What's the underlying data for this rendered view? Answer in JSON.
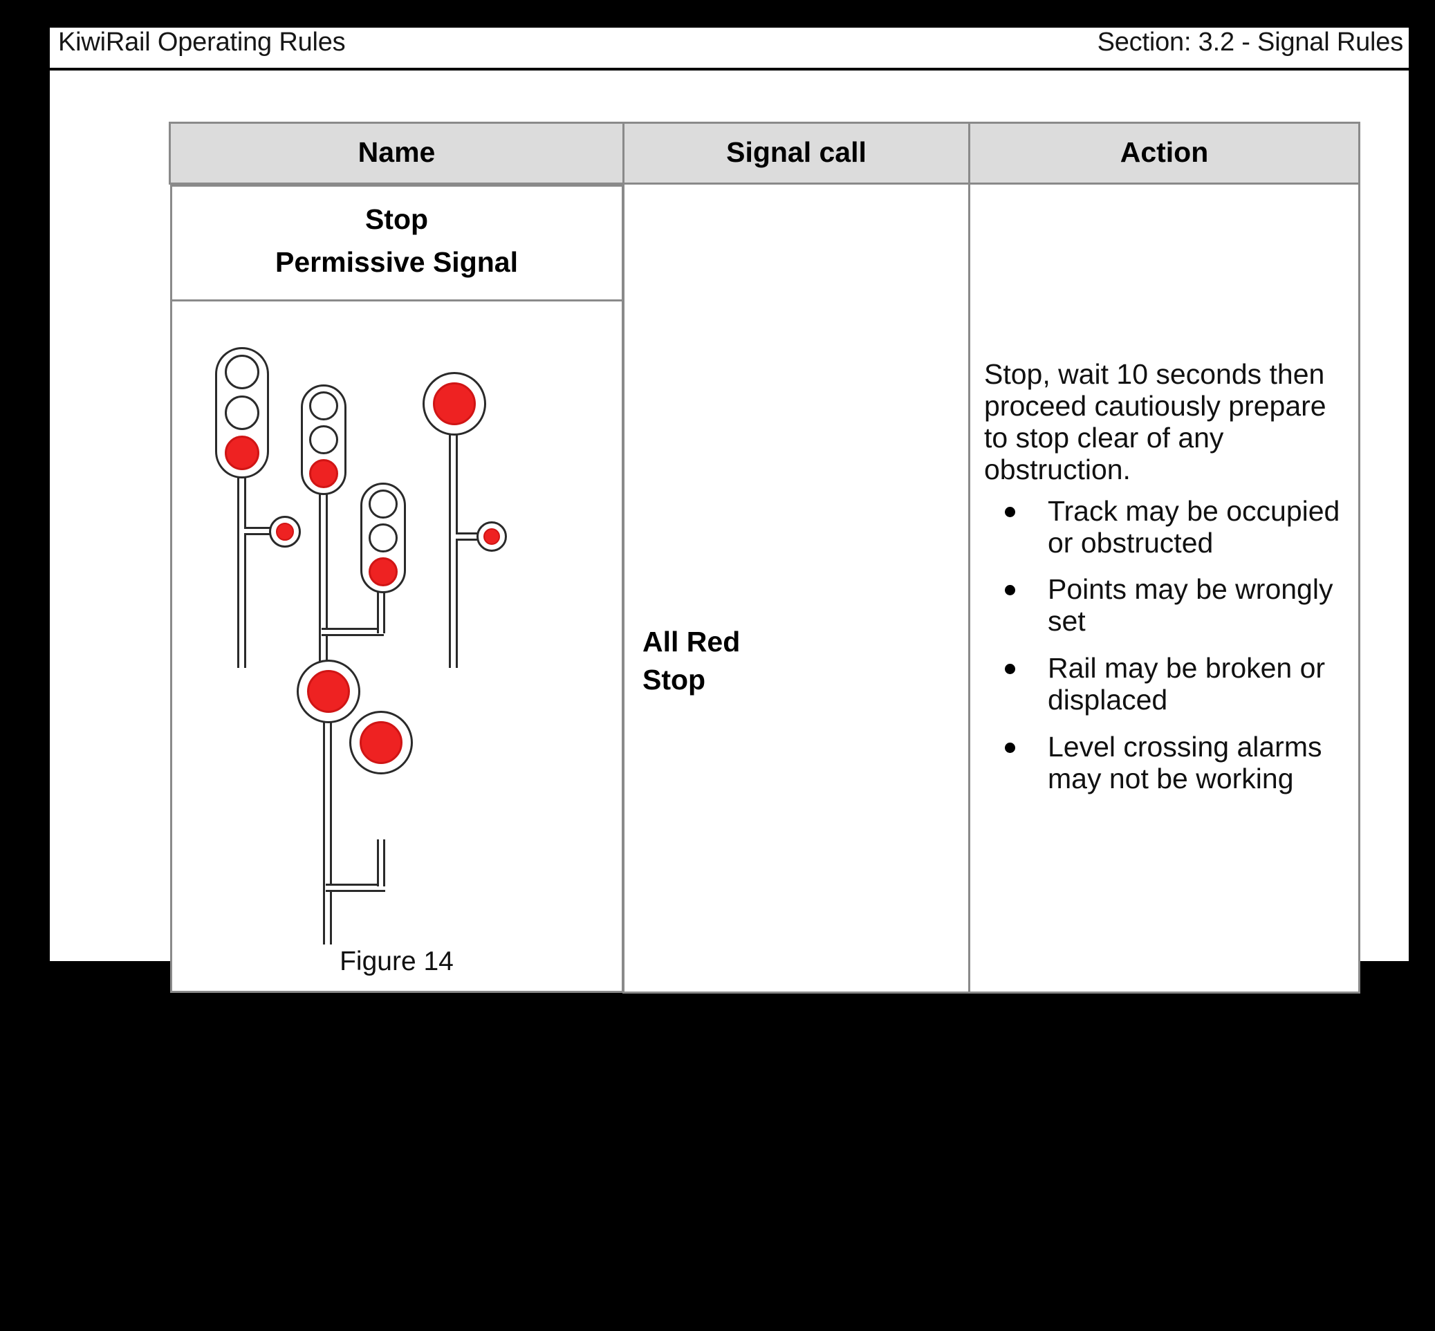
{
  "header": {
    "left": "KiwiRail Operating Rules",
    "right": "Section: 3.2 - Signal Rules"
  },
  "table": {
    "columns": [
      "Name",
      "Signal call",
      "Action"
    ],
    "row": {
      "name_lines": [
        "Stop",
        "Permissive Signal"
      ],
      "figure_caption": "Figure 14",
      "signal_call": [
        "All Red",
        "Stop"
      ],
      "action_intro": "Stop, wait 10 seconds then proceed cautiously prepare to stop clear of any obstruction.",
      "action_bullets": [
        "Track may be occupied or obstructed",
        "Points may be wrongly set",
        "Rail may be broken or displaced",
        "Level crossing alarms may not be working"
      ]
    }
  },
  "figure": {
    "name": "permissive-stop-signal-aspects",
    "colors": {
      "lamp_red": "#ee2222",
      "outline": "#2a2a2a",
      "background": "#ffffff"
    },
    "signals": [
      {
        "id": "signal-three-aspect-tall-with-shunt",
        "type": "three-aspect",
        "aspects": [
          "off",
          "off",
          "red"
        ],
        "has_shunt_light": true,
        "shunt_lit": "red"
      },
      {
        "id": "signal-three-aspect-bracket-main",
        "type": "three-aspect",
        "aspects": [
          "off",
          "off",
          "red"
        ],
        "has_shunt_light": false
      },
      {
        "id": "signal-three-aspect-bracket-secondary",
        "type": "three-aspect",
        "aspects": [
          "off",
          "off",
          "red"
        ],
        "has_shunt_light": false
      },
      {
        "id": "signal-disc-with-shunt",
        "type": "single-disc",
        "aspects": [
          "red"
        ],
        "has_shunt_light": true,
        "shunt_lit": "red"
      },
      {
        "id": "signal-double-disc-bracket",
        "type": "double-disc",
        "aspects": [
          "red",
          "red"
        ],
        "has_shunt_light": false
      }
    ]
  }
}
